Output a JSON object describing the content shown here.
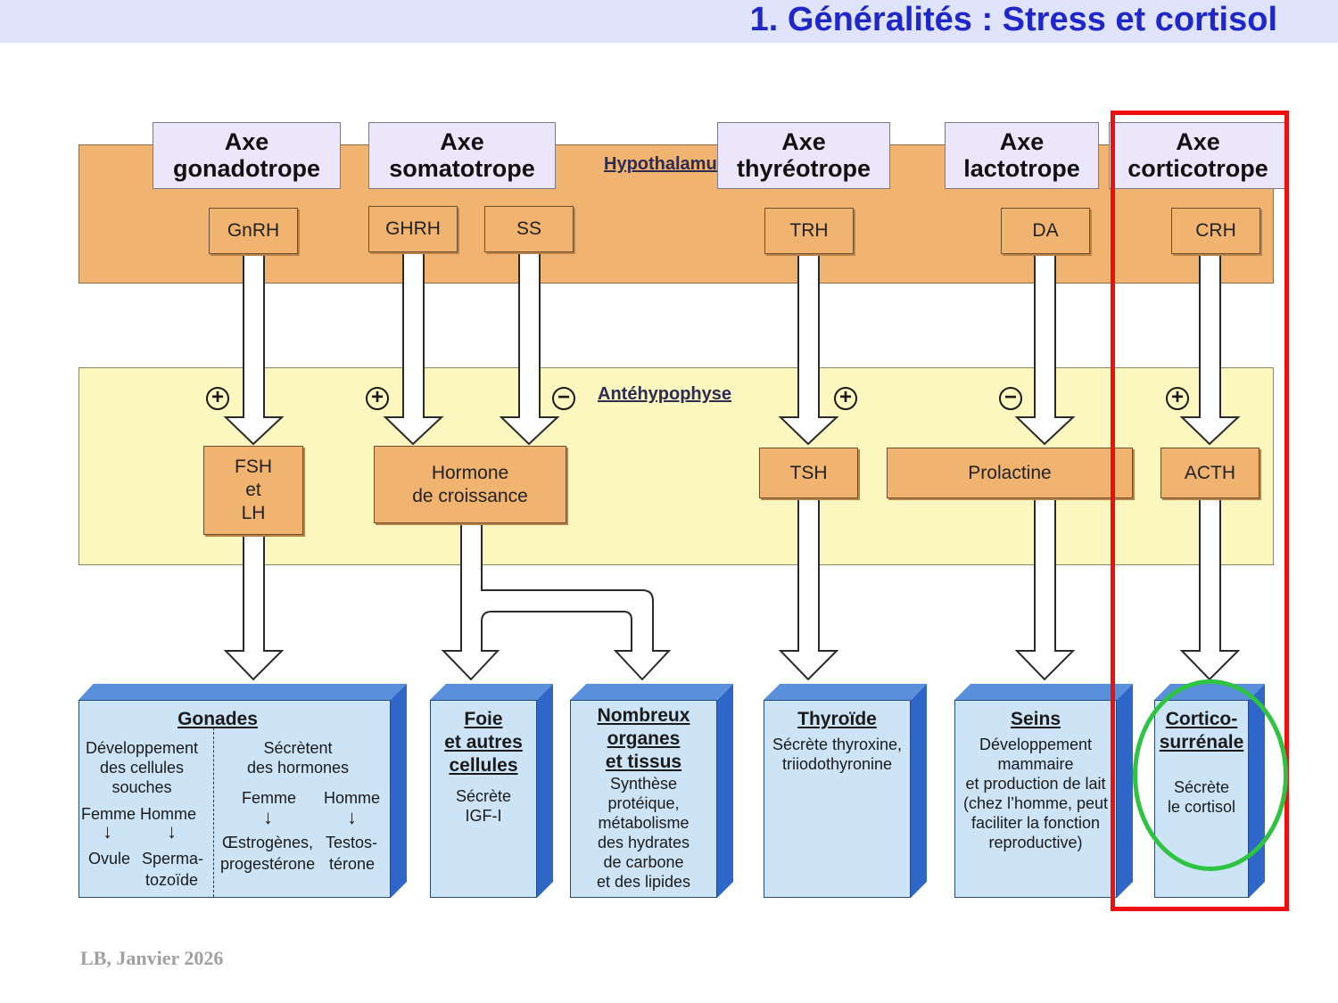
{
  "title": "1. Généralités : Stress et cortisol",
  "hypothalamus_label": "Hypothalamus",
  "antehypophyse_label": "Antéhypophyse",
  "axes": [
    {
      "line1": "Axe",
      "line2": "gonadotrope"
    },
    {
      "line1": "Axe",
      "line2": "somatotrope"
    },
    {
      "line1": "Axe",
      "line2": "thyréotrope"
    },
    {
      "line1": "Axe",
      "line2": "lactotrope"
    },
    {
      "line1": "Axe",
      "line2": "corticotrope"
    }
  ],
  "releasing_hormones": [
    "GnRH",
    "GHRH",
    "SS",
    "TRH",
    "DA",
    "CRH"
  ],
  "signs": [
    "⊕",
    "⊕",
    "⊖",
    "⊕",
    "⊖",
    "⊕"
  ],
  "pituitary_hormones": {
    "fsh_lh": [
      "FSH",
      "et",
      "LH"
    ],
    "gh": [
      "Hormone",
      "de croissance"
    ],
    "tsh": "TSH",
    "prolactine": "Prolactine",
    "acth": "ACTH"
  },
  "targets": {
    "gonades": {
      "title": "Gonades",
      "left": [
        "Développement",
        "des cellules",
        "souches"
      ],
      "left_sex": [
        "Femme",
        "Homme"
      ],
      "left_result": [
        "Ovule",
        "Sperma-",
        "tozoïde"
      ],
      "right": [
        "Sécrètent",
        "des hormones"
      ],
      "right_sex": [
        "Femme",
        "Homme"
      ],
      "right_result": [
        "Œstrogènes,",
        "Testos-",
        "progestérone",
        "térone"
      ]
    },
    "foie": {
      "title": [
        "Foie",
        "et autres",
        "cellules"
      ],
      "text": [
        "Sécrète",
        "IGF-I"
      ]
    },
    "organes": {
      "title": [
        "Nombreux",
        "organes",
        "et tissus"
      ],
      "text": [
        "Synthèse",
        "protéique,",
        "métabolisme",
        "des hydrates",
        "de carbone",
        "et des lipides"
      ]
    },
    "thyroide": {
      "title": "Thyroïde",
      "text": [
        "Sécrète thyroxine,",
        "triiodothyronine"
      ]
    },
    "seins": {
      "title": "Seins",
      "text": [
        "Développement",
        "mammaire",
        "et production de lait",
        "(chez l’homme, peut",
        "faciliter la fonction",
        "reproductive)"
      ]
    },
    "cortico": {
      "title": [
        "Cortico-",
        "surrénale"
      ],
      "text": [
        "Sécrète",
        "le cortisol"
      ]
    }
  },
  "footer": "LB, Janvier 2026",
  "colors": {
    "title": "#1f27c8",
    "hypothalamus_band": "#f0b370",
    "antehypophyse_band": "#fbf7bf",
    "target_box": "#cde4f7",
    "highlight_red": "#f00f0f",
    "highlight_green": "#2ec442"
  }
}
